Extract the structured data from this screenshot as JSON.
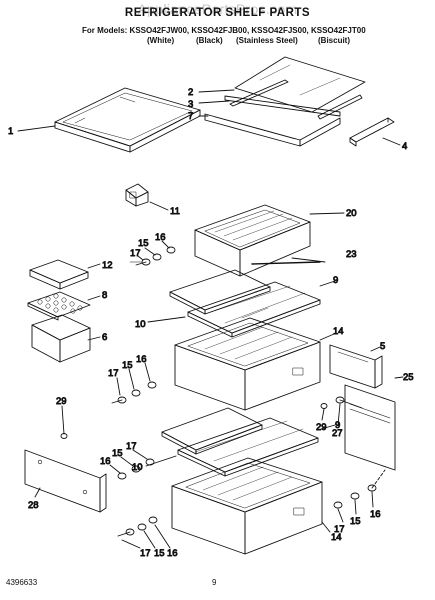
{
  "watermark": "AppliancePartsPros.com",
  "title": "REFRIGERATOR SHELF PARTS",
  "models_line": "For Models: KSSO42FJW00, KSSO42FJB00, KSSO42FJS00, KSSO42FJT00",
  "colors": {
    "white": "(White)",
    "black": "(Black)",
    "stainless": "(Stainless Steel)",
    "biscuit": "(Biscuit)"
  },
  "footer": {
    "doc_number": "4396633",
    "page": "9"
  },
  "part_labels": {
    "p1": "1",
    "p2": "2",
    "p3": "3",
    "p4": "4",
    "p5": "5",
    "p6": "6",
    "p7": "7",
    "p8": "8",
    "p9a": "9",
    "p9b": "9",
    "p10a": "10",
    "p10b": "10",
    "p11": "11",
    "p12": "12",
    "p14a": "14",
    "p14b": "14",
    "p15a": "15",
    "p15b": "15",
    "p15c": "15",
    "p15d": "15",
    "p15e": "15",
    "p16a": "16",
    "p16b": "16",
    "p16c": "16",
    "p16d": "16",
    "p16e": "16",
    "p17a": "17",
    "p17b": "17",
    "p17c": "17",
    "p17d": "17",
    "p17e": "17",
    "p20": "20",
    "p23": "23",
    "p25": "25",
    "p27": "27",
    "p28": "28",
    "p29a": "29",
    "p29b": "29"
  }
}
